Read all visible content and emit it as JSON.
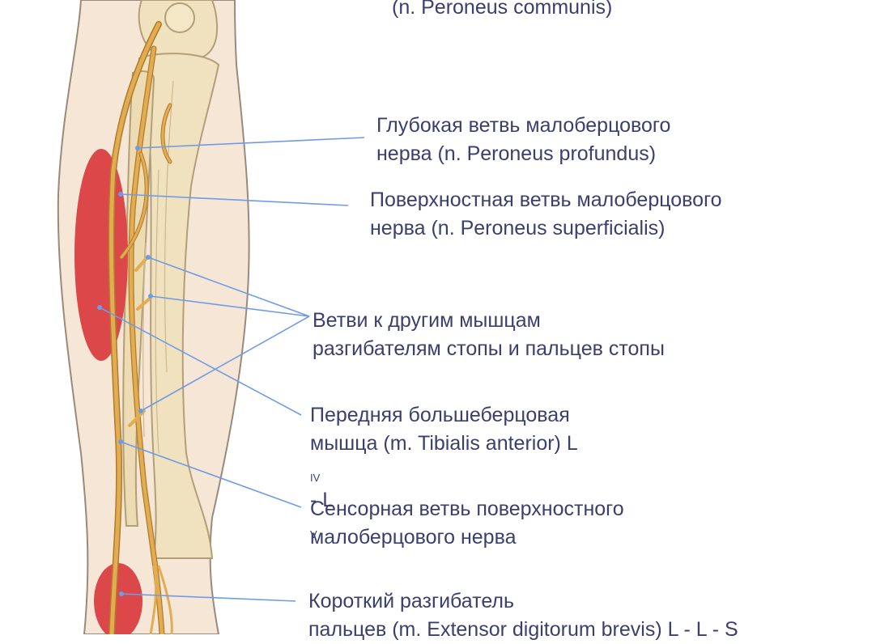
{
  "labels": {
    "common_peroneal": {
      "line2": "(n. Peroneus communis)"
    },
    "deep_branch": {
      "line1": "Глубокая ветвь малоберцового",
      "line2": "нерва (n. Peroneus profundus)"
    },
    "superficial_branch": {
      "line1": "Поверхностная ветвь малоберцового",
      "line2": "нерва (n. Peroneus superficialis)"
    },
    "muscle_branches": {
      "line1": "Ветви к другим мышцам",
      "line2": "разгибателям стопы и пальцев стопы"
    },
    "tibialis_anterior": {
      "line1": "Передняя большеберцовая",
      "line2_text": "мышца (m. Tibialis anterior) L",
      "sub1": "IV",
      "sep": " - L",
      "sub2": "V"
    },
    "sensory_branch": {
      "line1": "Сенсорная ветвь поверхностного",
      "line2": "малоберцового нерва"
    },
    "extensor_digitorum_brevis": {
      "line1": "Короткий разгибатель",
      "line2": "пальцев (m. Extensor digitorum brevis) L  - L  - S"
    }
  },
  "colors": {
    "skin": "#f6e6d6",
    "skin_outline": "#9a8a7c",
    "bone": "#f1e2bf",
    "bone_outline": "#b29f78",
    "nerve": "#e2ad52",
    "nerve_dark": "#b27a2a",
    "muscle_highlight": "#dc474a",
    "pointer_line": "#6f9be6",
    "label_text": "#3b3f6e"
  }
}
